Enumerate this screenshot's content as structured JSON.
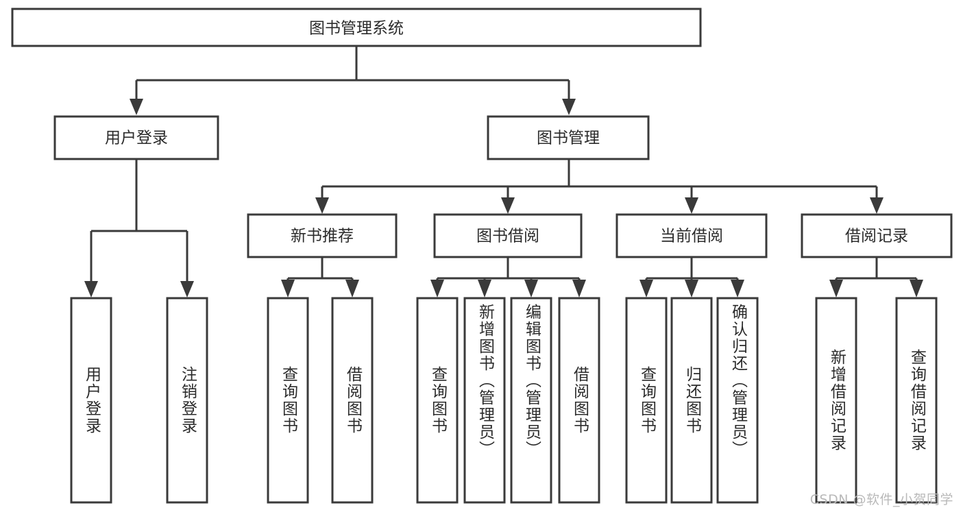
{
  "diagram": {
    "type": "tree",
    "title": "图书管理系统",
    "orientation": "top-down",
    "colors": {
      "box_stroke": "#3a3a3a",
      "box_fill": "#ffffff",
      "connector": "#3a3a3a",
      "text": "#2b2b2b",
      "background": "#ffffff",
      "watermark": "#b9b9b9"
    },
    "root": {
      "label": "图书管理系统"
    },
    "level2": [
      {
        "label": "用户登录"
      },
      {
        "label": "图书管理"
      }
    ],
    "level3": [
      {
        "label": "新书推荐"
      },
      {
        "label": "图书借阅"
      },
      {
        "label": "当前借阅"
      },
      {
        "label": "借阅记录"
      }
    ],
    "leaves": [
      {
        "label": "用户登录",
        "parent": "用户登录"
      },
      {
        "label": "注销登录",
        "parent": "用户登录"
      },
      {
        "label": "查询图书",
        "parent": "新书推荐"
      },
      {
        "label": "借阅图书",
        "parent": "新书推荐"
      },
      {
        "label": "查询图书",
        "parent": "图书借阅"
      },
      {
        "label": "新增图书（管理员）",
        "parent": "图书借阅"
      },
      {
        "label": "编辑图书（管理员）",
        "parent": "图书借阅"
      },
      {
        "label": "借阅图书",
        "parent": "图书借阅"
      },
      {
        "label": "查询图书",
        "parent": "当前借阅"
      },
      {
        "label": "归还图书",
        "parent": "当前借阅"
      },
      {
        "label": "确认归还（管理员）",
        "parent": "当前借阅"
      },
      {
        "label": "新增借阅记录",
        "parent": "借阅记录"
      },
      {
        "label": "查询借阅记录",
        "parent": "借阅记录"
      }
    ]
  },
  "watermark": {
    "text": "CSDN @软件_小贺同学"
  }
}
